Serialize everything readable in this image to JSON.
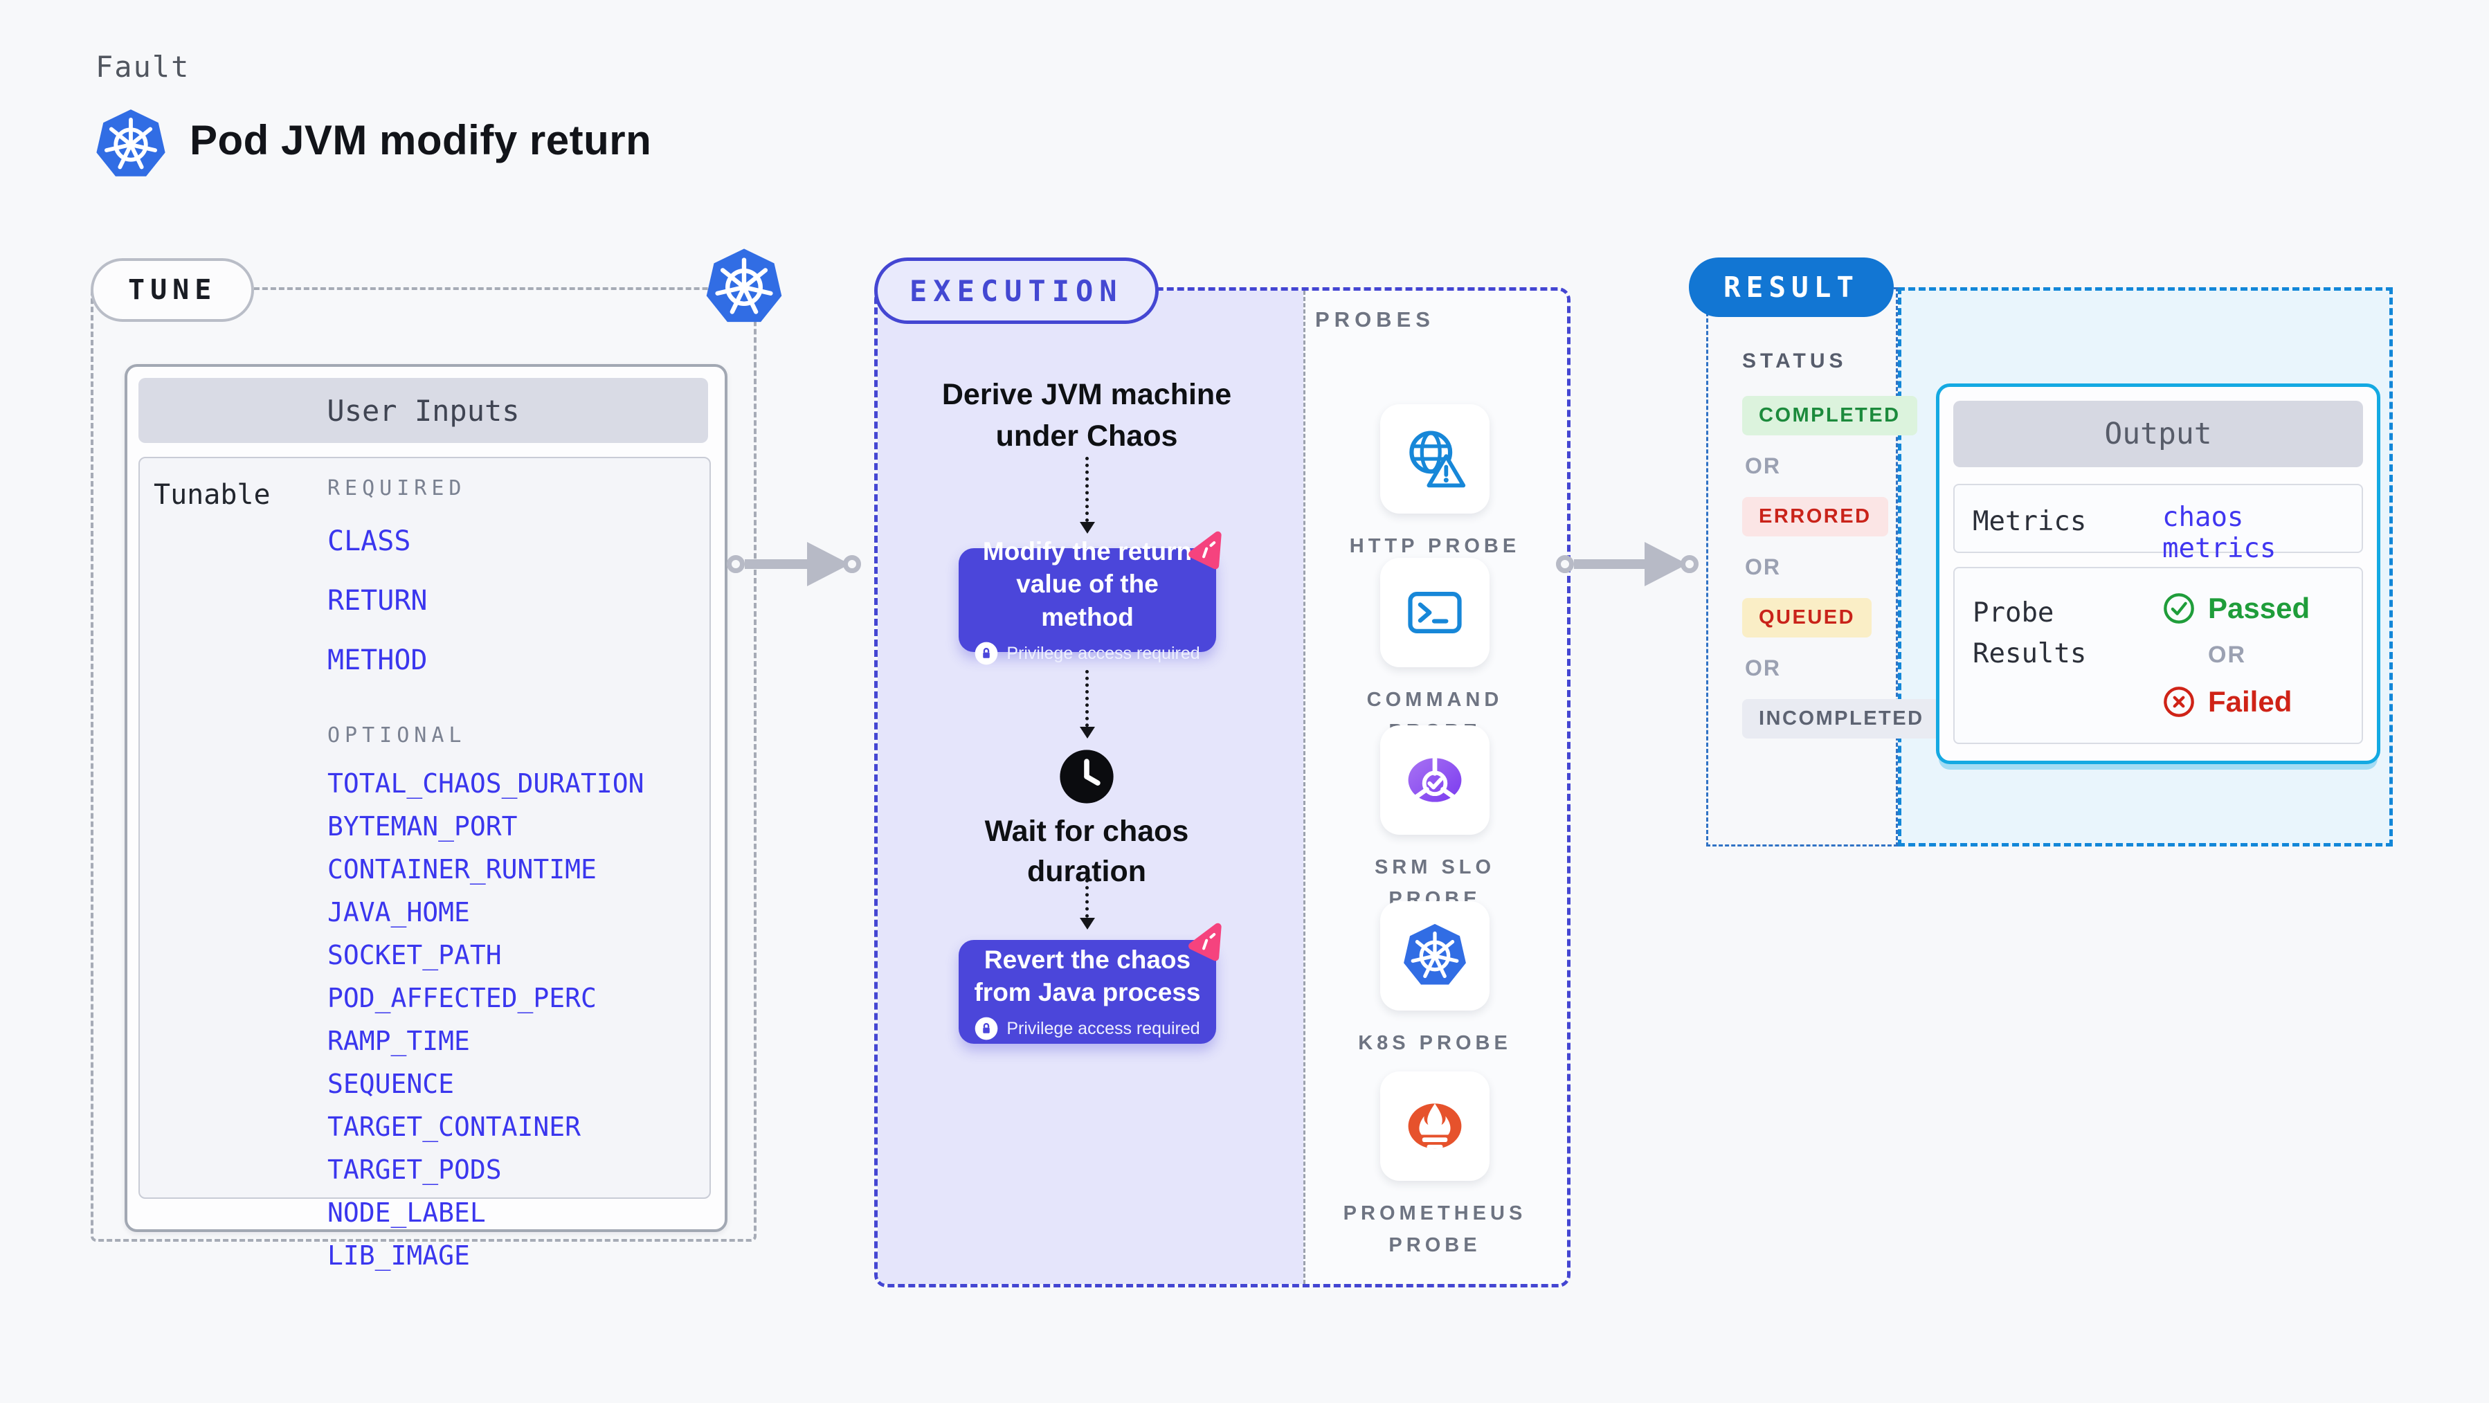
{
  "header": {
    "kicker": "Fault",
    "title": "Pod JVM modify return",
    "logo_icon": "kubernetes-icon"
  },
  "tune": {
    "badge": "TUNE",
    "card_title": "User Inputs",
    "row_label": "Tunable",
    "required_heading": "REQUIRED",
    "required_items": [
      "CLASS",
      "RETURN",
      "METHOD"
    ],
    "optional_heading": "OPTIONAL",
    "optional_items": [
      "TOTAL_CHAOS_DURATION",
      "BYTEMAN_PORT",
      "CONTAINER_RUNTIME",
      "JAVA_HOME",
      "SOCKET_PATH",
      "POD_AFFECTED_PERC",
      "RAMP_TIME",
      "SEQUENCE",
      "TARGET_CONTAINER",
      "TARGET_PODS",
      "NODE_LABEL",
      "LIB_IMAGE"
    ]
  },
  "execution": {
    "badge": "EXECUTION",
    "step_derive": "Derive JVM machine under Chaos",
    "step_modify": "Modify the return value of the method",
    "step_wait": "Wait for chaos duration",
    "step_revert": "Revert the chaos from Java process",
    "privilege_note": "Privilege access required"
  },
  "probes": {
    "heading": "PROBES",
    "items": [
      {
        "name": "HTTP PROBE",
        "icon": "http-probe-icon"
      },
      {
        "name": "COMMAND PROBE",
        "icon": "command-probe-icon"
      },
      {
        "name": "SRM SLO PROBE",
        "icon": "srm-slo-probe-icon"
      },
      {
        "name": "K8S PROBE",
        "icon": "kubernetes-icon"
      },
      {
        "name": "PROMETHEUS PROBE",
        "icon": "prometheus-icon"
      }
    ]
  },
  "result": {
    "badge": "RESULT",
    "status_heading": "STATUS",
    "or_label": "OR",
    "statuses": [
      {
        "label": "COMPLETED",
        "color": "#1c8a3c",
        "background": "#dcf3dd"
      },
      {
        "label": "ERRORED",
        "color": "#c9231a",
        "background": "#fbe5e5"
      },
      {
        "label": "QUEUED",
        "color": "#c9231a",
        "background": "#faeec6"
      },
      {
        "label": "INCOMPLETED",
        "color": "#5d6372",
        "background": "#e9ebf2"
      }
    ],
    "output": {
      "title": "Output",
      "metrics_label": "Metrics",
      "metrics_value": "chaos metrics",
      "probe_results_label": "Probe Results",
      "passed_label": "Passed",
      "failed_label": "Failed"
    }
  },
  "colors": {
    "page_background": "#f7f8fa",
    "execution_purple": "#4446d2",
    "chaos_card_purple": "#4b46da",
    "lavender_fill": "#e5e5fb",
    "result_blue": "#1276d3",
    "output_cyan_border": "#14a9e2",
    "output_fill": "#e9f5fc",
    "param_blue": "#3a36ee",
    "passed_green": "#1f9d3a",
    "failed_red": "#cf2317",
    "pink_accent": "#f5437e",
    "kubernetes_blue": "#316de4",
    "prometheus_orange": "#e6522c"
  }
}
